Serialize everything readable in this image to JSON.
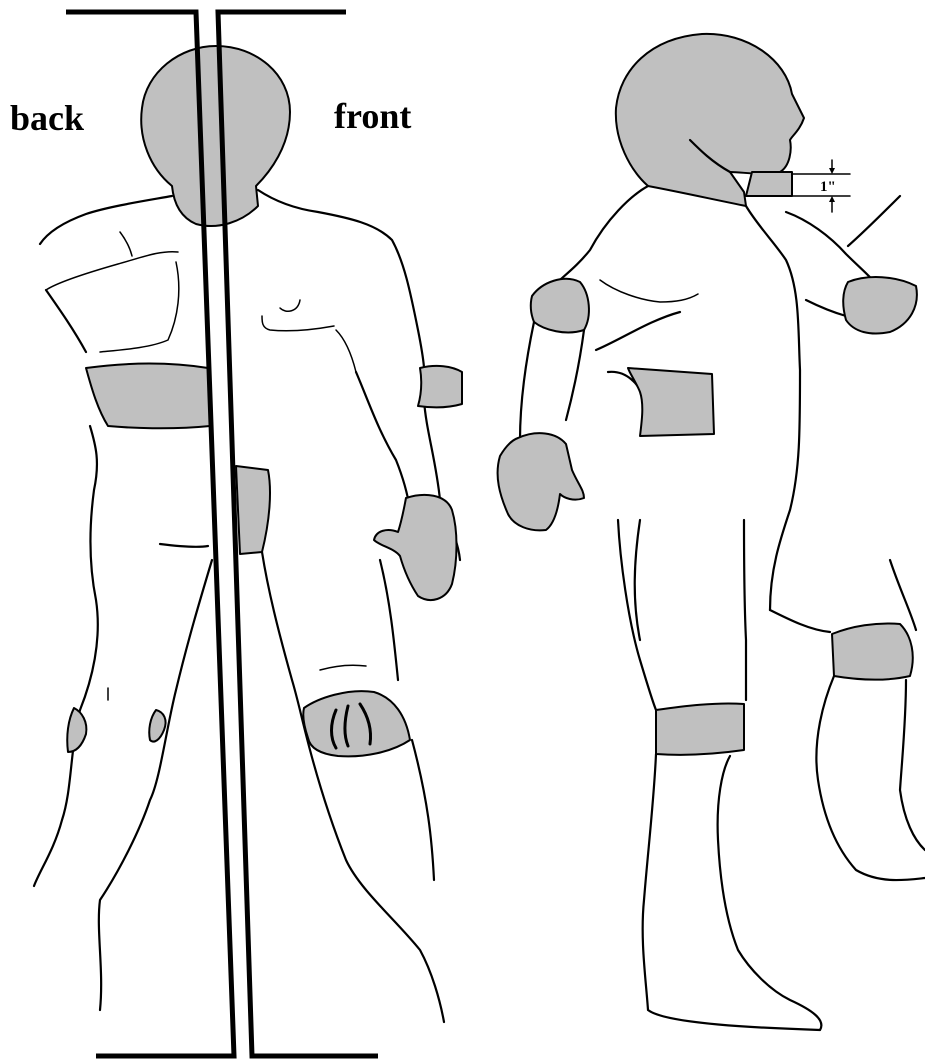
{
  "labels": {
    "back": "back",
    "front": "front",
    "measurement": "1\""
  },
  "colors": {
    "background": "#ffffff",
    "outline": "#000000",
    "patch_fill": "#c0c0c0"
  }
}
